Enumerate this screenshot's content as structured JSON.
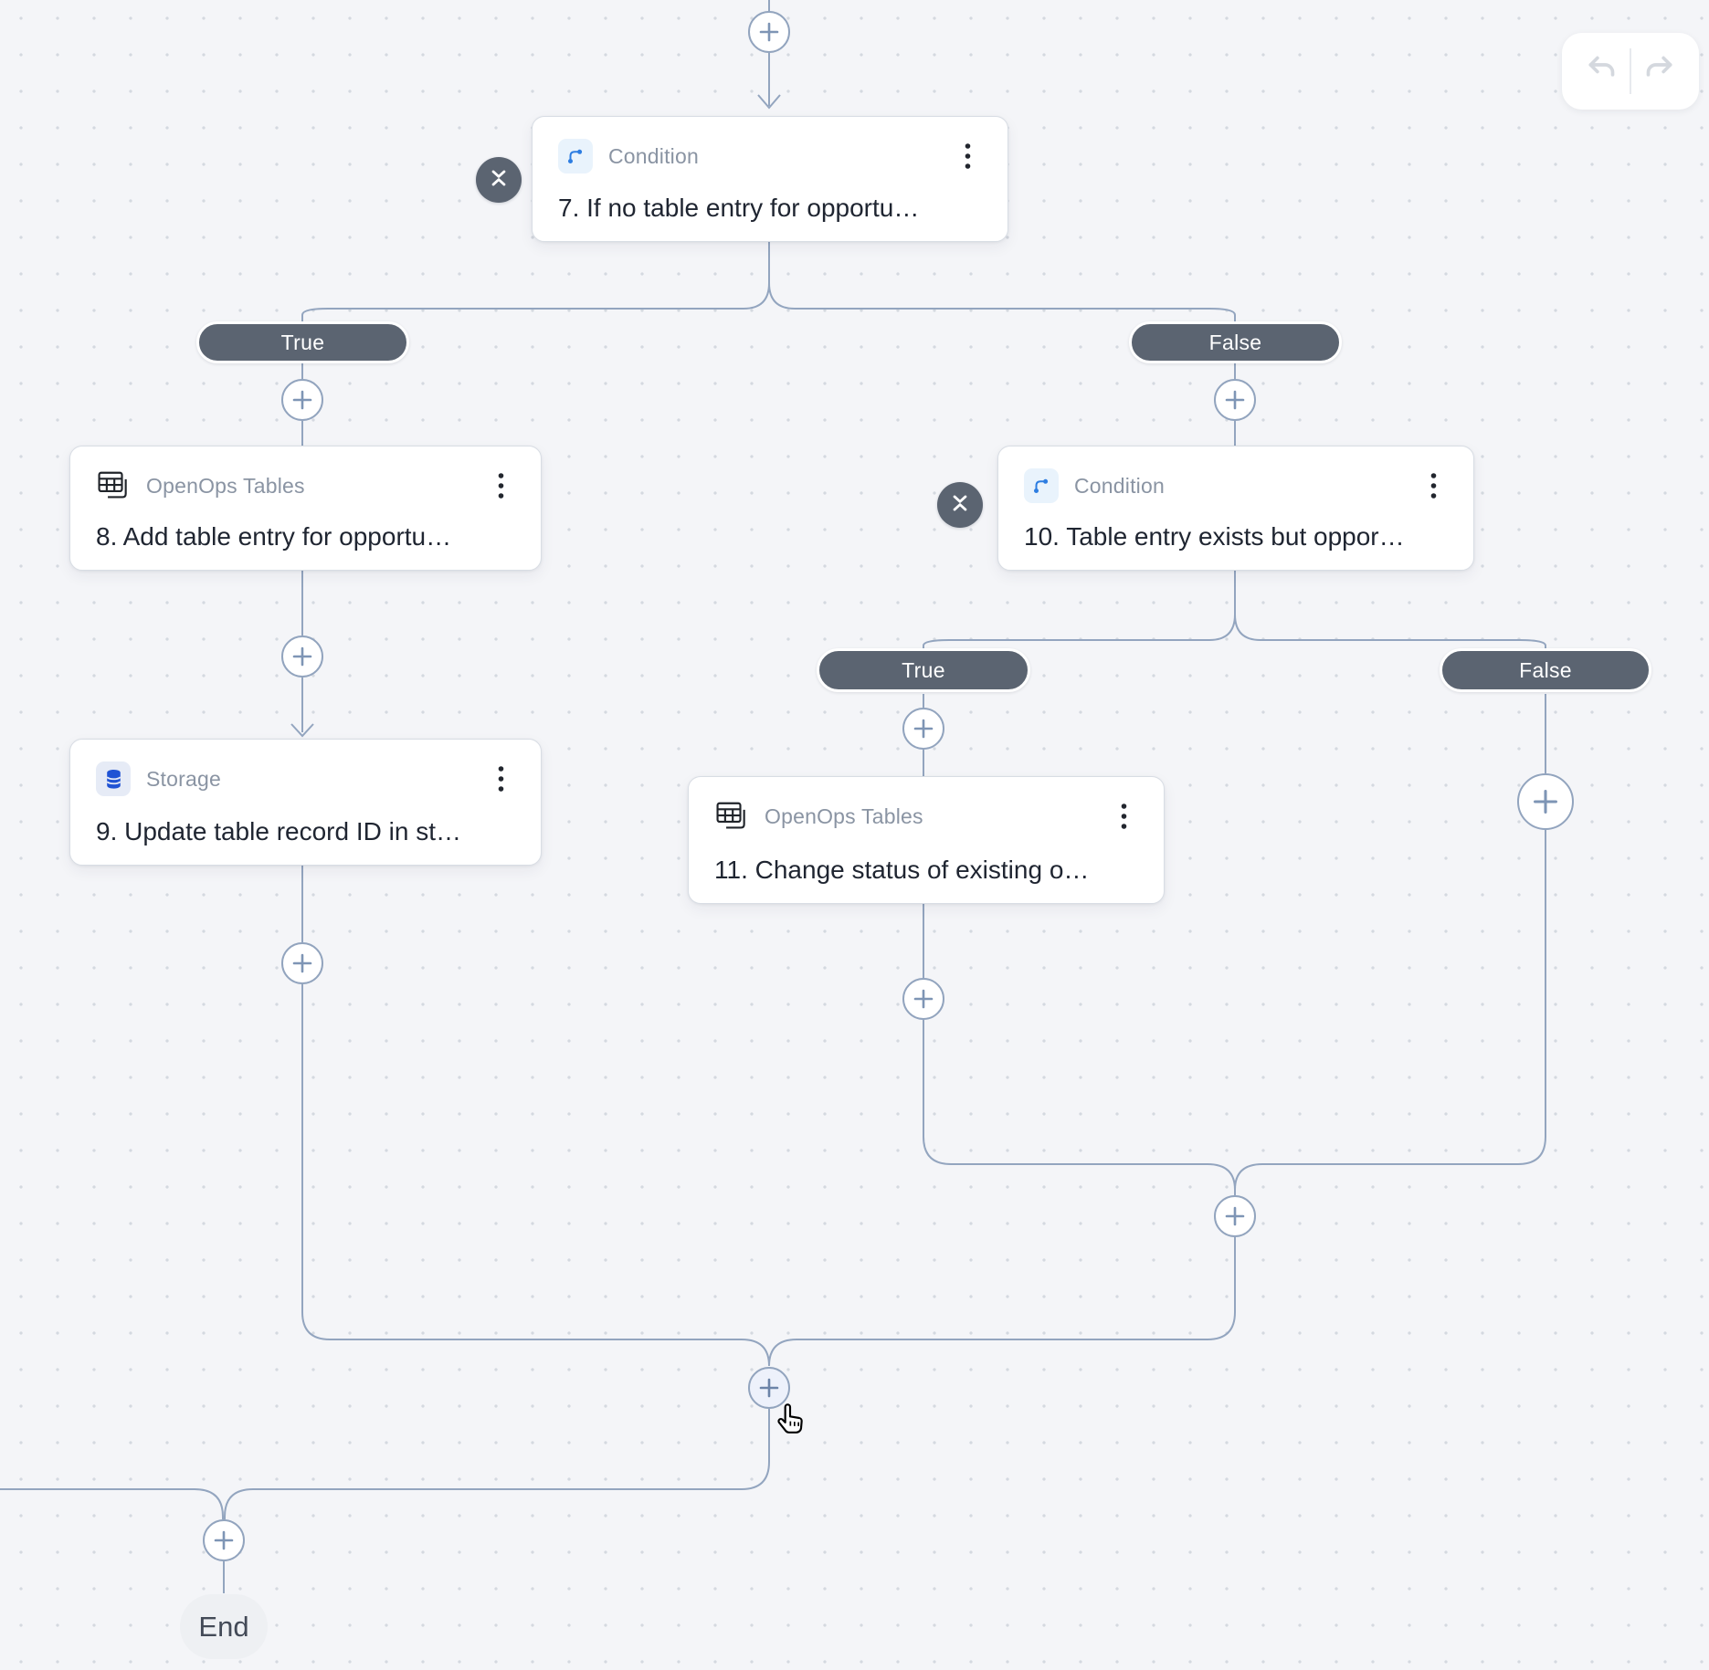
{
  "labels": {
    "true": "True",
    "false": "False",
    "end": "End"
  },
  "steps": {
    "s7": {
      "kind": "Condition",
      "title": "7. If no table entry for opportu…"
    },
    "s8": {
      "kind": "OpenOps Tables",
      "title": "8. Add table entry for opportu…"
    },
    "s9": {
      "kind": "Storage",
      "title": "9. Update table record ID in st…"
    },
    "s10": {
      "kind": "Condition",
      "title": "10. Table entry exists but oppor…"
    },
    "s11": {
      "kind": "OpenOps Tables",
      "title": "11. Change status of existing o…"
    }
  },
  "icons": {
    "condition": "branch-icon",
    "openops_tables": "stacked-table-icon",
    "storage": "database-icon",
    "collapse": "collapse-vertical-icon",
    "menu": "kebab-menu-icon",
    "add": "plus-icon",
    "undo": "undo-arrow-icon",
    "redo": "redo-arrow-icon",
    "pointer": "hand-cursor-icon"
  },
  "colors": {
    "canvas_bg": "#f4f5f8",
    "edge": "#93a5bf",
    "pill_bg": "#5b6471",
    "card_border": "#d8dde4",
    "condition_accent": "#2d7de1",
    "storage_accent": "#2053d4",
    "title_text": "#1f2531",
    "kind_text": "#8a94a3"
  }
}
